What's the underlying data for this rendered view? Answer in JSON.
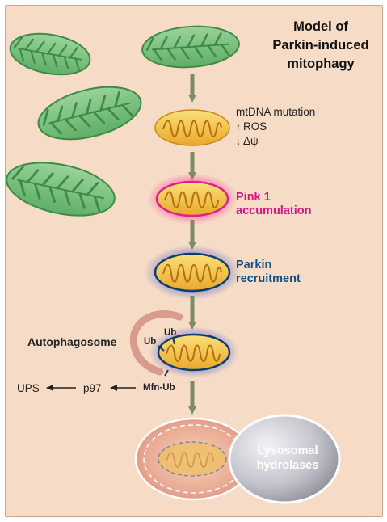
{
  "title": {
    "line1": "Model of",
    "line2": "Parkin-induced",
    "line3": "mitophagy"
  },
  "stress": {
    "line1": "mtDNA mutation",
    "line2": "ROS",
    "line3": "Δψ",
    "up_arrow": "↑",
    "down_arrow": "↓"
  },
  "pink1": {
    "line1": "Pink 1",
    "line2": "accumulation"
  },
  "parkin": {
    "line1": "Parkin",
    "line2": "recruitment"
  },
  "autophagosome_label": "Autophagosome",
  "ub": {
    "left": "Ub",
    "right": "Ub",
    "mfn": "Mfn-Ub"
  },
  "degradation": {
    "p97": "p97",
    "ups": "UPS"
  },
  "lysosome": {
    "line1": "Lysosomal",
    "line2": "hydrolases"
  },
  "colors": {
    "background": "#f6dcc6",
    "healthy_mito": "#7cc07c",
    "damaged_mito": "#f2c23a",
    "pink1_text": "#d4147f",
    "parkin_text": "#0e4f86",
    "arrow": "#7c8c66",
    "autophagosome": "#d99b8c",
    "lysosome": "#c7c7cf"
  },
  "icons": {
    "arrow": "down-arrow-icon",
    "left_arrow": "left-arrow-icon"
  }
}
